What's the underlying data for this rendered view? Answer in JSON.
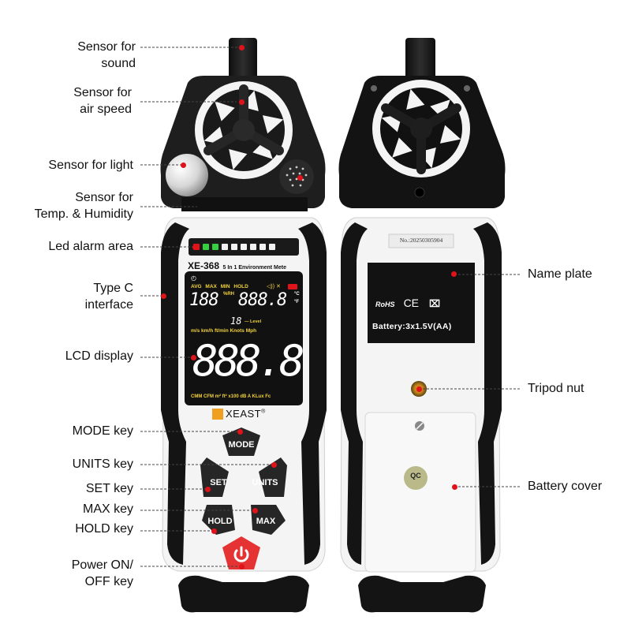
{
  "diagram": {
    "product_model": "XE-368",
    "product_subtitle": "5 In 1 Environment Mete",
    "brand": "XEAST",
    "brand_mark": "®",
    "colors": {
      "accent_red": "#e0121a",
      "lcd_yellow": "#f2d23c",
      "led_green": "#35d040",
      "body_black": "#1c1c1c",
      "body_white": "#f4f4f4"
    }
  },
  "front_labels": [
    {
      "id": "sound",
      "text": "Sensor for\nsound",
      "line1": "Sensor for",
      "line2": "sound"
    },
    {
      "id": "air",
      "line1": "Sensor for",
      "line2": "air speed"
    },
    {
      "id": "light",
      "line1": "Sensor for light"
    },
    {
      "id": "temp",
      "line1": "Sensor for",
      "line2": "Temp. & Humidity"
    },
    {
      "id": "led",
      "line1": "Led alarm area"
    },
    {
      "id": "typec",
      "line1": "Type C",
      "line2": "interface"
    },
    {
      "id": "lcd",
      "line1": "LCD display"
    },
    {
      "id": "mode",
      "line1": "MODE key"
    },
    {
      "id": "units",
      "line1": "UNITS key"
    },
    {
      "id": "set",
      "line1": "SET key"
    },
    {
      "id": "max",
      "line1": "MAX key"
    },
    {
      "id": "hold",
      "line1": "HOLD key"
    },
    {
      "id": "power",
      "line1": "Power ON/",
      "line2": "OFF key"
    }
  ],
  "back_labels": [
    {
      "id": "nameplate",
      "line1": "Name plate"
    },
    {
      "id": "tripod",
      "line1": "Tripod nut"
    },
    {
      "id": "battery",
      "line1": "Battery cover"
    }
  ],
  "lcd": {
    "top_indicators": [
      "AVG",
      "MAX",
      "MIN",
      "HOLD"
    ],
    "humidity_digits": "188",
    "humidity_unit": "%RH",
    "temp_digits": "888.8",
    "temp_unit_c": "°C",
    "temp_unit_f": "°F",
    "level_digits": "18",
    "level_label": "Level",
    "speed_units": "m/s km/h ft/min Knots Mph",
    "main_digits": "888.8",
    "bottom_units": "CMM CFM m² ft² x100 dB A KLux Fc"
  },
  "keys": {
    "mode": "MODE",
    "set": "SET",
    "units": "UNITS",
    "hold": "HOLD",
    "max": "MAX",
    "power_icon": "power-icon"
  },
  "led_bar": {
    "total": 9,
    "red": 1,
    "green": 2
  },
  "back": {
    "serial": "No.:20250305904",
    "certs": [
      "RoHS",
      "CE",
      "WEEE"
    ],
    "battery_spec": "Battery:3x1.5V(AA)",
    "qc_label": "QC"
  }
}
